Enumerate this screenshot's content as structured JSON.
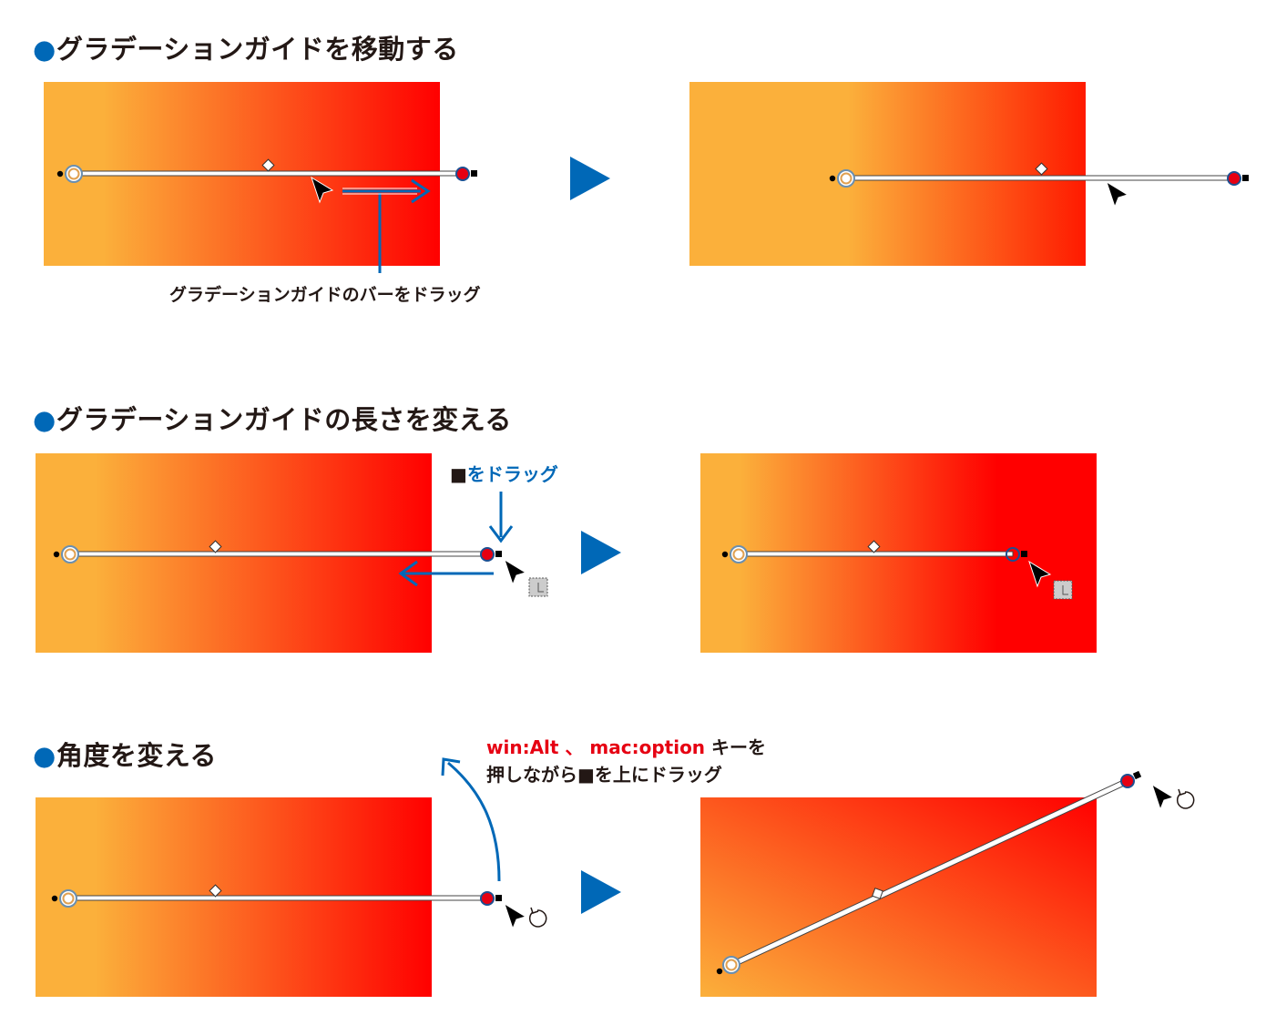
{
  "colors": {
    "gradient_start": "#fbb03b",
    "gradient_end": "#ff0000",
    "accent_blue": "#0068b7",
    "alert_red": "#e60012",
    "text_dark": "#231815"
  },
  "sections": [
    {
      "heading": "グラデーションガイドを移動する",
      "annotation": "グラデーションガイドのバーをドラッグ"
    },
    {
      "heading": "グラデーションガイドの長さを変える",
      "annotation_icon": "■",
      "annotation": "をドラッグ"
    },
    {
      "heading": "角度を変える",
      "annotation_line1_win": "win:Alt",
      "annotation_line1_sep": "、",
      "annotation_line1_mac": "mac:option",
      "annotation_line1_tail": "キーを",
      "annotation_line2": "押しながら■を上にドラッグ"
    }
  ],
  "bullet": "●",
  "icons": [
    "bullet-icon",
    "next-step-arrow-icon",
    "cursor-arrow-icon",
    "scale-cursor-icon",
    "rotate-cursor-icon"
  ]
}
